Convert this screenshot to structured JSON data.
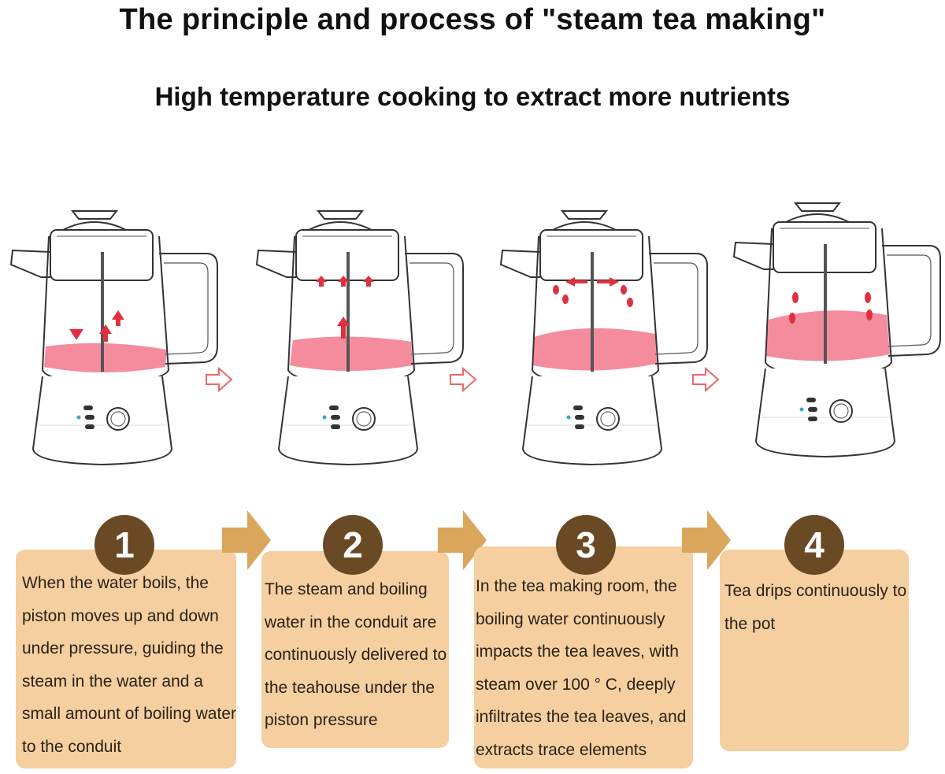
{
  "title": "The principle and process of \"steam tea making\"",
  "subtitle": "High temperature cooking to extract more nutrients",
  "colors": {
    "tea": "#f37f93",
    "indicator": "#e0303f",
    "card": "#f5cf9f",
    "badge": "#6a4a25",
    "step_arrow": "#d9a65b",
    "flow_arrow": "#e96a6a"
  },
  "steps": [
    {
      "number": "1",
      "text": "When the water boils, the piston moves up and down under pressure, guiding the steam in the water and a small amount of boiling water to the conduit"
    },
    {
      "number": "2",
      "text": "The steam and boiling water in the conduit are continuously delivered to the teahouse under the piston pressure"
    },
    {
      "number": "3",
      "text": "In the tea making room, the boiling water continuously impacts the tea leaves, with steam over 100 ° C, deeply infiltrates the tea leaves, and extracts trace elements"
    },
    {
      "number": "4",
      "text": "Tea drips continuously to the pot"
    }
  ]
}
